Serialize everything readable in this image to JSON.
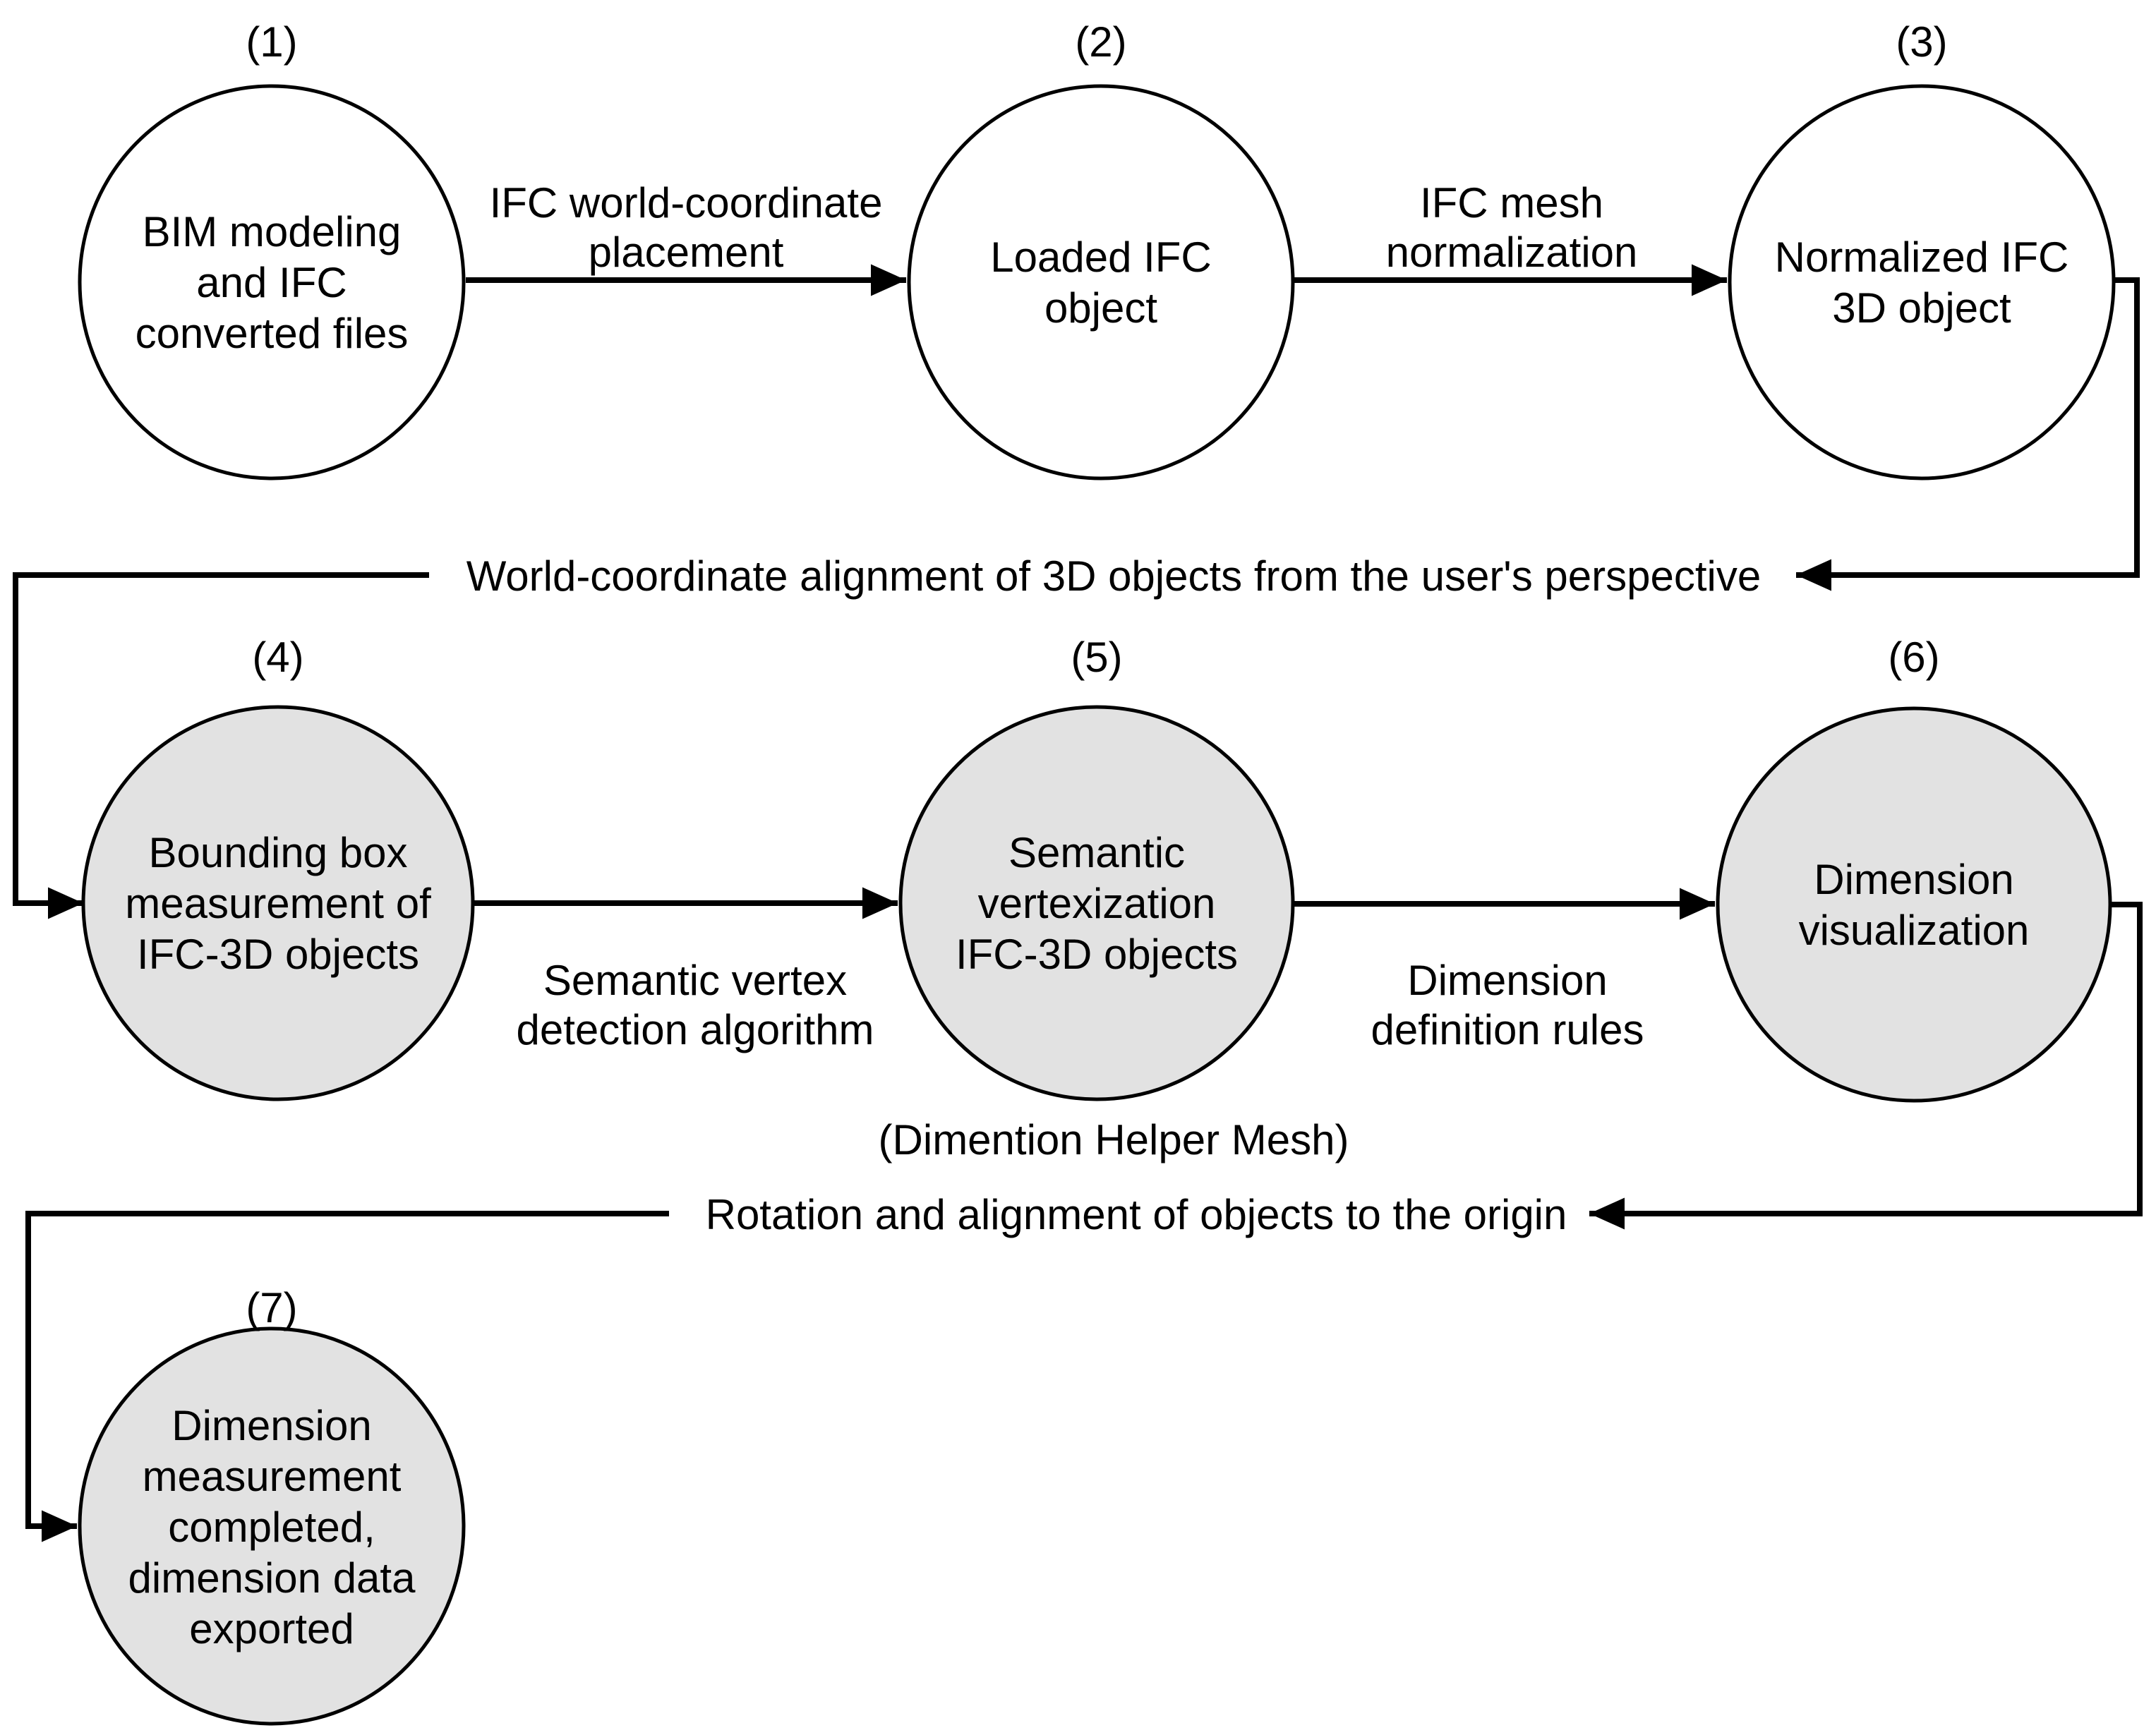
{
  "diagram": {
    "type": "flowchart",
    "colors": {
      "background": "#ffffff",
      "node_fill_light": "#ffffff",
      "node_fill_shaded": "#e2e2e2",
      "stroke": "#000000"
    },
    "nodes": [
      {
        "number": "(1)",
        "lines": [
          "BIM modeling",
          "and IFC",
          "converted files"
        ]
      },
      {
        "number": "(2)",
        "lines": [
          "Loaded IFC",
          "object"
        ]
      },
      {
        "number": "(3)",
        "lines": [
          "Normalized IFC",
          "3D object"
        ]
      },
      {
        "number": "(4)",
        "lines": [
          "Bounding box",
          "measurement of",
          "IFC-3D objects"
        ]
      },
      {
        "number": "(5)",
        "lines": [
          "Semantic",
          "vertexization",
          "IFC-3D objects"
        ]
      },
      {
        "number": "(6)",
        "lines": [
          "Dimension",
          "visualization"
        ]
      },
      {
        "number": "(7)",
        "lines": [
          "Dimension",
          "measurement",
          "completed,",
          "dimension data",
          "exported"
        ]
      }
    ],
    "edges": [
      {
        "from": "(1)",
        "to": "(2)",
        "label_lines": [
          "IFC world-coordinate",
          "placement"
        ]
      },
      {
        "from": "(2)",
        "to": "(3)",
        "label_lines": [
          "IFC mesh",
          "normalization"
        ]
      },
      {
        "from": "(4)",
        "to": "(5)",
        "label_lines": [
          "Semantic vertex",
          "detection algorithm"
        ]
      },
      {
        "from": "(5)",
        "to": "(6)",
        "label_lines": [
          "Dimension",
          "definition rules"
        ]
      }
    ],
    "feedback_edges": [
      {
        "from": "(3)",
        "to": "(4)",
        "label": "World-coordinate alignment of 3D objects from the user's perspective"
      },
      {
        "from": "(6)",
        "to": "(7)",
        "label": "Rotation and alignment of objects to the origin"
      }
    ],
    "annotations": [
      {
        "text": "(Dimention Helper Mesh)",
        "attached_to": "(5)"
      }
    ]
  }
}
